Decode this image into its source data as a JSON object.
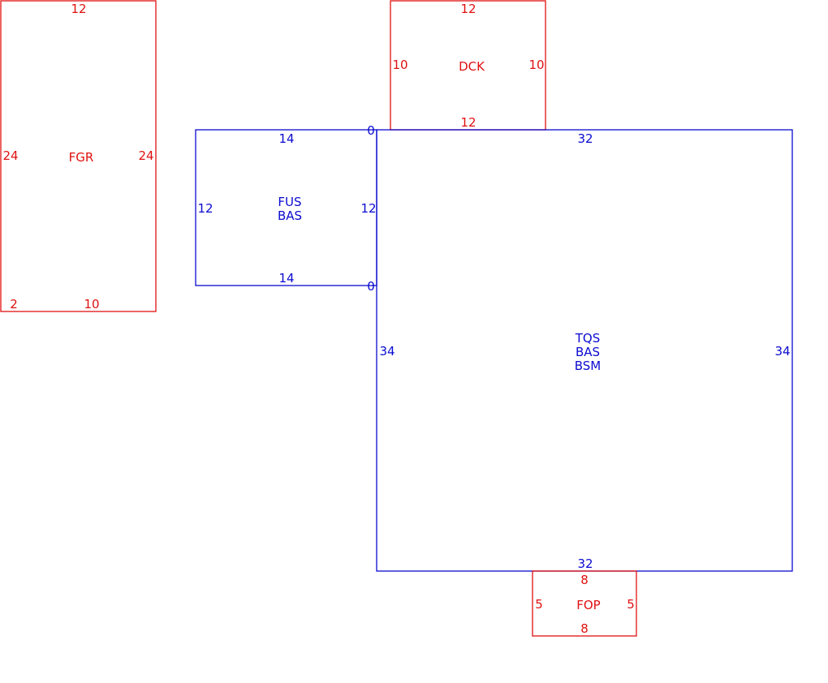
{
  "colors": {
    "red": "#e01010",
    "blue": "#0a0ad0"
  },
  "areas": {
    "fgr": {
      "label_lines": [
        "FGR"
      ],
      "color": "red",
      "dims": {
        "top": "12",
        "left": "24",
        "right": "24",
        "bottom_left": "2",
        "bottom": "10"
      }
    },
    "dck": {
      "label_lines": [
        "DCK"
      ],
      "color": "red",
      "dims": {
        "top": "12",
        "left": "10",
        "right": "10",
        "bottom": "12"
      }
    },
    "fus": {
      "label_lines": [
        "FUS",
        "BAS"
      ],
      "color": "blue",
      "dims": {
        "top": "14",
        "left": "12",
        "right": "12",
        "bottom": "14",
        "top_right": "0",
        "bottom_right": "0"
      }
    },
    "main": {
      "label_lines": [
        "TQS",
        "BAS",
        "BSM"
      ],
      "color": "blue",
      "dims": {
        "top": "32",
        "left": "34",
        "right": "34",
        "bottom": "32"
      }
    },
    "fop": {
      "label_lines": [
        "FOP"
      ],
      "color": "red",
      "dims": {
        "top": "8",
        "left": "5",
        "right": "5",
        "bottom": "8"
      }
    }
  }
}
